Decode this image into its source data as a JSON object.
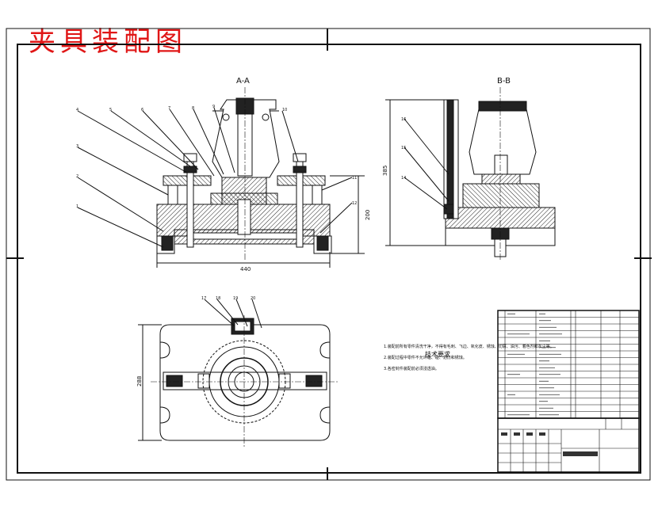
{
  "drawing": {
    "title": "夹具装配图",
    "title_color": "#e01616",
    "view_aa": "A-A",
    "view_bb": "B-B",
    "tech_title": "技术要求",
    "tech_lines": [
      "1.装配前所有零件清洗干净，不得有毛刺、飞边、氧化皮、锈蚀、切屑、油污、着色剂和灰尘等。",
      "2.装配过程中零件不允许磕、碰、划伤和锈蚀。",
      "3.各密封件装配前必须浸透油。"
    ]
  },
  "dimensions": {
    "width_aa": "440",
    "height_aa": "200",
    "height_bb": "385",
    "height_top": "288"
  },
  "callouts": {
    "aa_top": [
      "4",
      "5",
      "6",
      "7",
      "8",
      "9",
      "10"
    ],
    "aa_left": [
      "3",
      "2",
      "1"
    ],
    "aa_right": [
      "11",
      "12"
    ],
    "bb_left": [
      "16",
      "15",
      "14"
    ],
    "top_view": [
      "17",
      "18",
      "19",
      "20"
    ]
  },
  "colors": {
    "line": "#111111",
    "hatch": "#222222",
    "paper": "#ffffff"
  }
}
